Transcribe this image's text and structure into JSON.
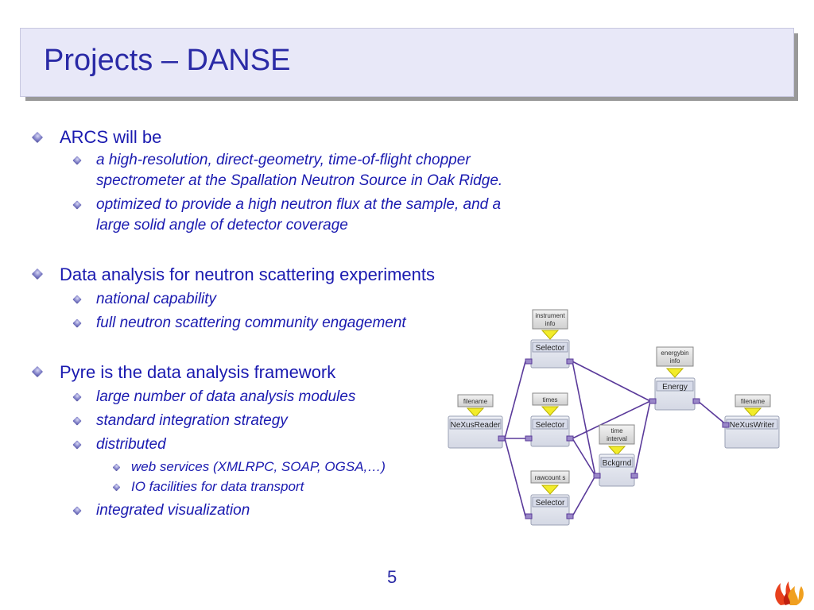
{
  "title": "Projects – DANSE",
  "bullets": {
    "arcs": {
      "label": "ARCS will be",
      "sub": [
        {
          "line1": "a high-resolution, direct-geometry, time-of-flight chopper",
          "line2": "spectrometer at the Spallation Neutron Source in Oak Ridge."
        },
        {
          "line1": "optimized to provide a high neutron flux at the sample, and a",
          "line2": "large solid angle of detector coverage"
        }
      ]
    },
    "data": {
      "label": "Data analysis for neutron scattering experiments",
      "sub": [
        "national capability",
        "full neutron scattering community engagement"
      ]
    },
    "pyre": {
      "label": "Pyre is the data analysis framework",
      "sub": [
        "large number of data analysis modules",
        "standard integration strategy",
        "distributed"
      ],
      "distributed_sub": [
        "web services (XMLRPC, SOAP, OGSA,…)",
        "IO facilities for data transport"
      ],
      "last": "integrated visualization"
    }
  },
  "diagram": {
    "nodes": {
      "selector1": "Selector",
      "selector2": "Selector",
      "selector3": "Selector",
      "nexus_reader": "NeXusReader",
      "nexus_writer": "NeXusWriter",
      "energy": "Energy",
      "bckgrnd": "Bckgrnd"
    },
    "tags": {
      "instrument_info": [
        "instrument",
        "info"
      ],
      "times": "times",
      "rawcounts": "rawcount s",
      "filename_left": "filename",
      "filename_right": "filename",
      "energybin_info": [
        "energybin",
        "info"
      ],
      "time_interval": [
        "time",
        "interval"
      ]
    }
  },
  "page_number": "5",
  "colors": {
    "text": "#1a1ab0",
    "title": "#2a2aa6",
    "title_bg": "#e8e8f8",
    "wire": "#5a3a9a",
    "arrow": "#f2ec2a"
  }
}
